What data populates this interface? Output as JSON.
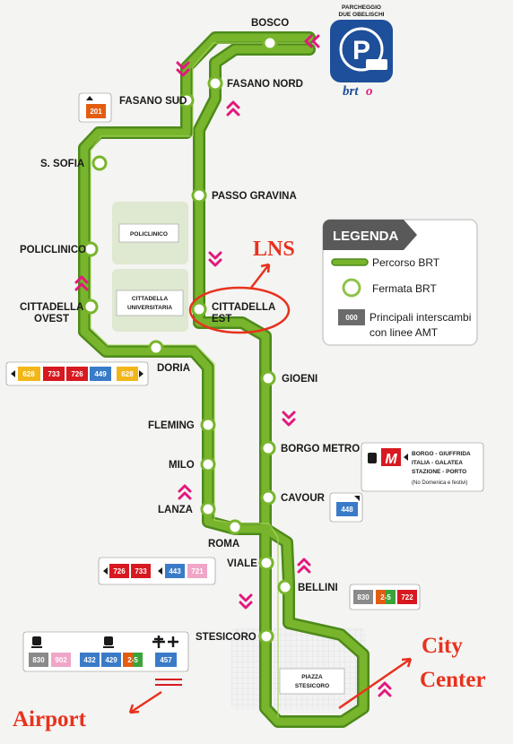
{
  "park": {
    "line1": "PARCHEGGIO",
    "line2": "DUE OBELISCHI",
    "icon_letter": "P",
    "brand": "brt",
    "brand_o": "o"
  },
  "stations": {
    "bosco": "BOSCO",
    "fasano_sud": "FASANO SUD",
    "fasano_nord": "FASANO NORD",
    "s_sofia": "S. SOFIA",
    "passo_gravina": "PASSO GRAVINA",
    "policlinico": "POLICLINICO",
    "cittadella_ovest_1": "CITTADELLA",
    "cittadella_ovest_2": "OVEST",
    "cittadella_est_1": "CITTADELLA",
    "cittadella_est_2": "EST",
    "doria": "DORIA",
    "gioeni": "GIOENI",
    "fleming": "FLEMING",
    "milo": "MILO",
    "borgo_metro": "BORGO METRO",
    "cavour": "CAVOUR",
    "lanza": "LANZA",
    "roma": "ROMA",
    "viale": "VIALE",
    "bellini": "BELLINI",
    "stesicoro": "STESICORO"
  },
  "areas": {
    "policlinico": "POLICLINICO",
    "cittadella_1": "CITTADELLA",
    "cittadella_2": "UNIVERSITARIA",
    "piazza_1": "PIAZZA",
    "piazza_2": "STESICORO"
  },
  "legend": {
    "title": "LEGENDA",
    "route": "Percorso BRT",
    "stop": "Fermata BRT",
    "box": "000",
    "interchange_1": "Principali interscambi",
    "interchange_2": "con linee AMT"
  },
  "annotations": {
    "lns": "LNS",
    "city_1": "City",
    "city_2": "Center",
    "airport": "Airport"
  },
  "buses": {
    "fasano": [
      "201"
    ],
    "doria": [
      "628",
      "733",
      "726",
      "449",
      "628"
    ],
    "cavour": [
      "448"
    ],
    "viale": [
      "726",
      "733",
      "443",
      "721"
    ],
    "bellini": [
      "830",
      "2-5",
      "722"
    ],
    "stesicoro": [
      "830",
      "902",
      "432",
      "429",
      "2-5",
      "457"
    ]
  },
  "metro": {
    "letter": "M",
    "lines": [
      "BORGO - GIUFFRIDA",
      "ITALIA - GALATEA",
      "STAZIONE - PORTO",
      "(No Domenica e festivi)"
    ]
  },
  "colors": {
    "route": "#78b52c",
    "route_dark": "#4d8a1b",
    "accent_pink": "#e2187d",
    "brt_blue": "#1e4f9a",
    "annotation_red": "#e8321e"
  }
}
